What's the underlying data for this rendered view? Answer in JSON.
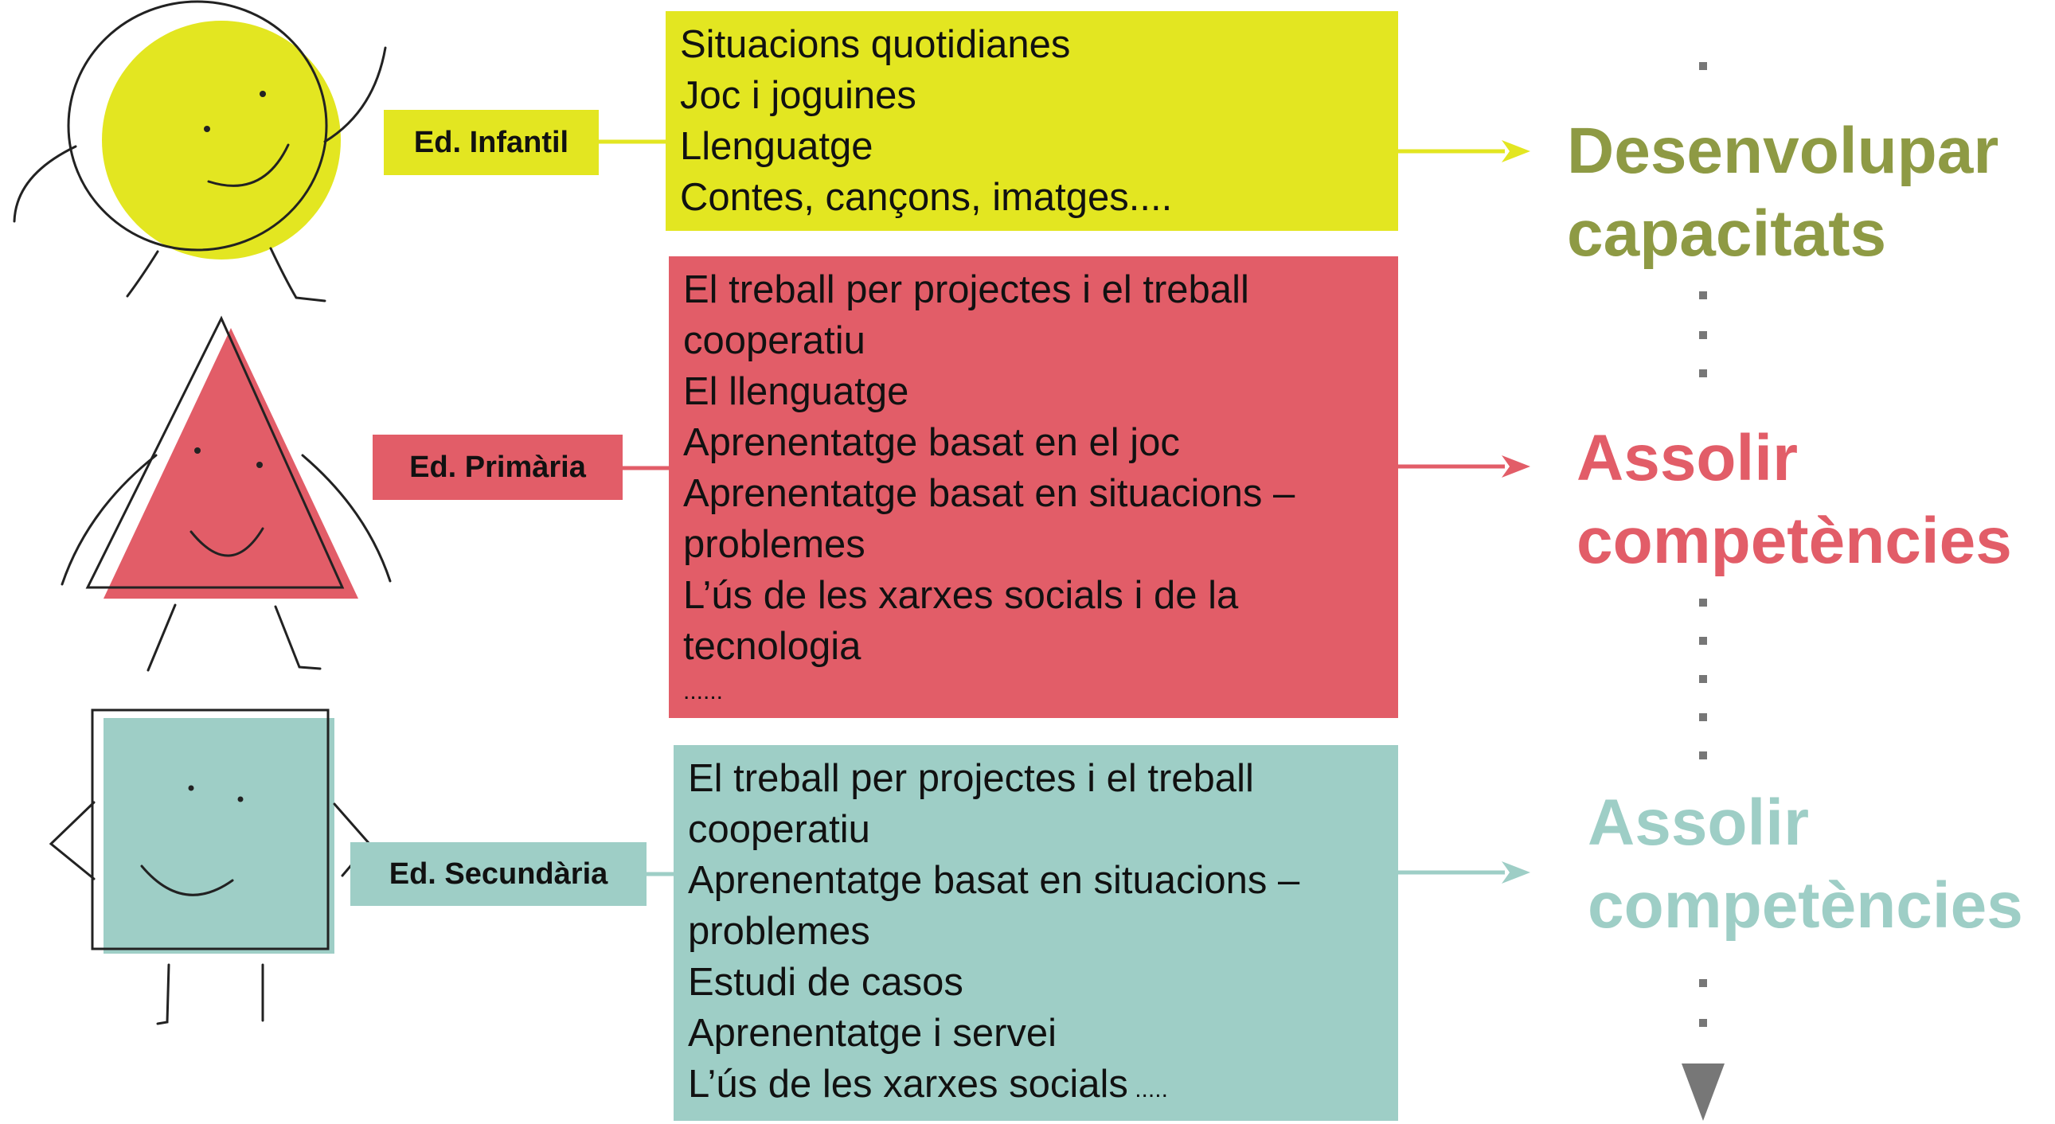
{
  "colors": {
    "infantil": "#e3e621",
    "primaria": "#e25d68",
    "secundaria": "#9ecec6",
    "goal_infantil": "#8e9a44",
    "goal_primaria": "#e25d68",
    "goal_secundaria": "#9ecec6",
    "timeline": "#777777"
  },
  "stages": [
    {
      "id": "infantil",
      "label": "Ed. Infantil",
      "items": [
        "Situacions quotidianes",
        "Joc i joguines",
        "Llenguatge",
        "Contes, cançons, imatges...."
      ],
      "trailing": "",
      "goal": [
        "Desenvolupar",
        "capacitats"
      ],
      "character": "circle-face-icon"
    },
    {
      "id": "primaria",
      "label": "Ed. Primària",
      "items": [
        "El treball per projectes i el treball",
        "cooperatiu",
        "El llenguatge",
        "Aprenentatge basat en el joc",
        "Aprenentatge basat en situacions –",
        "problemes",
        "L’ús de les xarxes socials i de la",
        "tecnologia"
      ],
      "trailing": "......",
      "goal": [
        "Assolir",
        "competències"
      ],
      "character": "triangle-face-icon"
    },
    {
      "id": "secundaria",
      "label": "Ed. Secundària",
      "items": [
        "El treball per projectes i el treball",
        "cooperatiu",
        "Aprenentatge basat en situacions –",
        "problemes",
        "Estudi de casos",
        "Aprenentatge i servei"
      ],
      "last_item": "L’ús de les xarxes socials",
      "last_item_suffix": " .....",
      "goal": [
        "Assolir",
        "competències"
      ],
      "character": "square-face-icon"
    }
  ]
}
